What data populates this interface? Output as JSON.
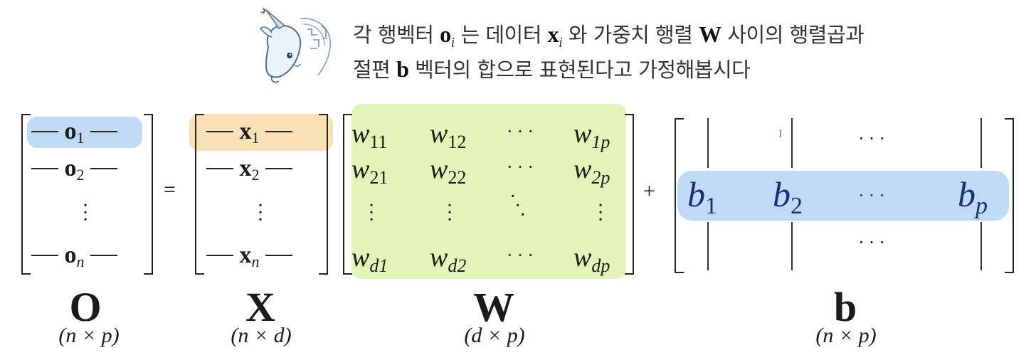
{
  "caption": {
    "line1_a": "각 행벡터 ",
    "sym_o": "o",
    "sub_i1": "i",
    "line1_b": " 는 데이터 ",
    "sym_x": "x",
    "sub_i2": "i",
    "line1_c": " 와 가중치 행렬 ",
    "sym_W": "W",
    "line1_d": " 사이의 행렬곱과",
    "line2_a": "절편 ",
    "sym_b": "b",
    "line2_b": " 벡터의 합으로 표현된다고 가정해봅시다"
  },
  "colors": {
    "blue_highlight": "#bfdaf5",
    "orange_highlight": "#f9e1b5",
    "green_highlight": "#e4f3b6",
    "b_text": "#1e2a7a"
  },
  "matrix_O": {
    "rows": [
      {
        "sym": "o",
        "sub": "1"
      },
      {
        "sym": "o",
        "sub": "2"
      },
      {
        "sym": "o",
        "sub": "n"
      }
    ],
    "label": "O",
    "dim": "(n × p)"
  },
  "equals": "=",
  "matrix_X": {
    "rows": [
      {
        "sym": "x",
        "sub": "1"
      },
      {
        "sym": "x",
        "sub": "2"
      },
      {
        "sym": "x",
        "sub": "n"
      }
    ],
    "label": "X",
    "dim": "(n × d)"
  },
  "matrix_W": {
    "rows": [
      [
        "11",
        "12",
        "1p"
      ],
      [
        "21",
        "22",
        "2p"
      ],
      [
        "d1",
        "d2",
        "dp"
      ]
    ],
    "w": "w",
    "label": "W",
    "dim": "(d × p)"
  },
  "plus": "+",
  "matrix_b": {
    "entries": [
      "1",
      "2",
      "p"
    ],
    "b": "b",
    "label": "b",
    "dim": "(n × p)"
  },
  "dots": {
    "h": "···",
    "cursor": "I"
  },
  "mascot_icon": "unicorn-mascot-icon"
}
